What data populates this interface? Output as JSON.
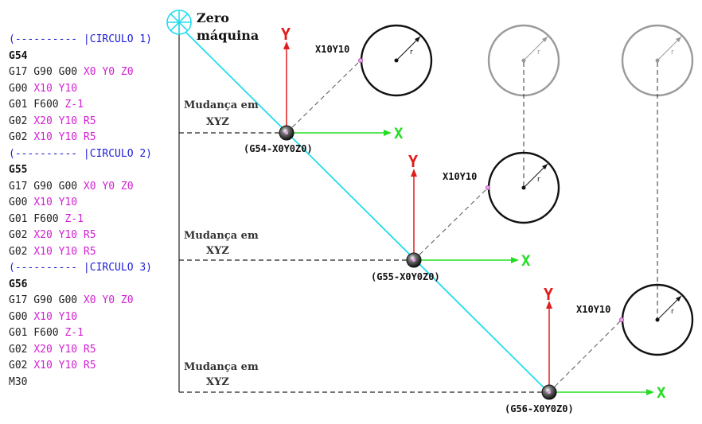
{
  "program": {
    "blocks": [
      {
        "comment": "(---------- |CIRCULO 1)",
        "wcs": "G54",
        "lines": [
          [
            {
              "t": "G17 G90 G00 ",
              "c": "kw"
            },
            {
              "t": "X0 Y0 Z0",
              "c": "arg"
            }
          ],
          [
            {
              "t": "G00 ",
              "c": "kw"
            },
            {
              "t": "X10 Y10",
              "c": "arg"
            }
          ],
          [
            {
              "t": "G01 F600 ",
              "c": "kw"
            },
            {
              "t": "Z-1",
              "c": "arg"
            }
          ],
          [
            {
              "t": "G02 ",
              "c": "kw"
            },
            {
              "t": "X20 Y10 R5",
              "c": "arg"
            }
          ],
          [
            {
              "t": "G02 ",
              "c": "kw"
            },
            {
              "t": "X10 Y10 R5",
              "c": "arg"
            }
          ]
        ]
      },
      {
        "comment": "(---------- |CIRCULO 2)",
        "wcs": "G55",
        "lines": [
          [
            {
              "t": "G17 G90 G00 ",
              "c": "kw"
            },
            {
              "t": "X0 Y0 Z0",
              "c": "arg"
            }
          ],
          [
            {
              "t": "G00 ",
              "c": "kw"
            },
            {
              "t": "X10 Y10",
              "c": "arg"
            }
          ],
          [
            {
              "t": "G01 F600 ",
              "c": "kw"
            },
            {
              "t": "Z-1",
              "c": "arg"
            }
          ],
          [
            {
              "t": "G02 ",
              "c": "kw"
            },
            {
              "t": "X20 Y10 R5",
              "c": "arg"
            }
          ],
          [
            {
              "t": "G02 ",
              "c": "kw"
            },
            {
              "t": "X10 Y10 R5",
              "c": "arg"
            }
          ]
        ]
      },
      {
        "comment": "(---------- |CIRCULO 3)",
        "wcs": "G56",
        "lines": [
          [
            {
              "t": "G17 G90 G00 ",
              "c": "kw"
            },
            {
              "t": "X0 Y0 Z0",
              "c": "arg"
            }
          ],
          [
            {
              "t": "G00 ",
              "c": "kw"
            },
            {
              "t": "X10 Y10",
              "c": "arg"
            }
          ],
          [
            {
              "t": "G01 F600 ",
              "c": "kw"
            },
            {
              "t": "Z-1",
              "c": "arg"
            }
          ],
          [
            {
              "t": "G02 ",
              "c": "kw"
            },
            {
              "t": "X20 Y10 R5",
              "c": "arg"
            }
          ],
          [
            {
              "t": "G02 ",
              "c": "kw"
            },
            {
              "t": "X10 Y10 R5",
              "c": "arg"
            }
          ]
        ]
      }
    ],
    "end": "M30"
  },
  "diagram": {
    "machine_zero_label_1": "Zero",
    "machine_zero_label_2": "máquina",
    "offset_change_label_1": "Mudança em",
    "offset_change_label_2": "XYZ",
    "y_axis_label": "Y",
    "x_axis_label": "X",
    "point_label": "X10Y10",
    "radius_label": "r",
    "origins": [
      "(G54-X0Y0Z0)",
      "(G55-X0Y0Z0)",
      "(G56-X0Y0Z0)"
    ]
  },
  "colors": {
    "comment": "#1d1dd6",
    "argument": "#d21fd2",
    "path": "#22ddee",
    "y_axis": "#e01e1e",
    "x_axis": "#22dd22",
    "ghost_circle": "#9a9a9a"
  }
}
